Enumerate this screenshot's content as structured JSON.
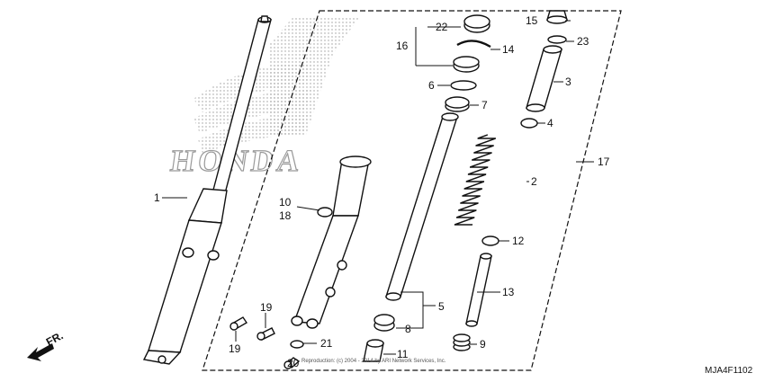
{
  "callouts": {
    "c1": "1",
    "c2": "2",
    "c3": "3",
    "c4": "4",
    "c5": "5",
    "c6": "6",
    "c7": "7",
    "c8": "8",
    "c9": "9",
    "c10": "10",
    "c11": "11",
    "c12": "12",
    "c13": "13",
    "c14": "14",
    "c15": "15",
    "c16": "16",
    "c17": "17",
    "c18": "18",
    "c19a": "19",
    "c19b": "19",
    "c20": "20",
    "c21": "21",
    "c22": "22",
    "c23": "23"
  },
  "watermark": "HONDA",
  "copyright": "Reproduction: (c) 2004 - 2014 by ARI Network Services, Inc.",
  "direction_label": "FR.",
  "diagram_code": "MJA4F1102"
}
